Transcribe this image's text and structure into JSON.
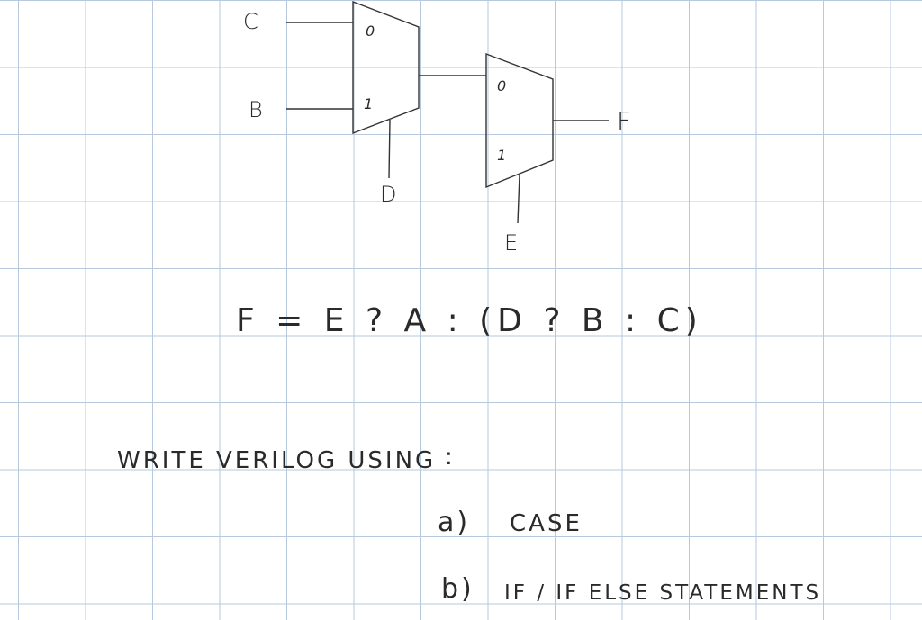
{
  "diagram": {
    "mux1": {
      "input0_signal": "C",
      "input1_signal": "B",
      "select_signal": "D",
      "port0_label": "0",
      "port1_label": "1"
    },
    "mux2": {
      "input0_source": "mux1",
      "select_signal": "E",
      "output_signal": "F",
      "port0_label": "0",
      "port1_label": "1"
    }
  },
  "equation": "F = E ? A : (D ? B : C)",
  "instruction": {
    "heading": "WRITE VERILOG USING",
    "colon": ":",
    "options": [
      {
        "marker": "a)",
        "text": "CASE"
      },
      {
        "marker": "b)",
        "text": "IF / IF ELSE STATEMENTS"
      }
    ]
  },
  "colors": {
    "ink": "#2a2a2a",
    "grid": "#b7c9dd",
    "paper": "#ffffff"
  }
}
